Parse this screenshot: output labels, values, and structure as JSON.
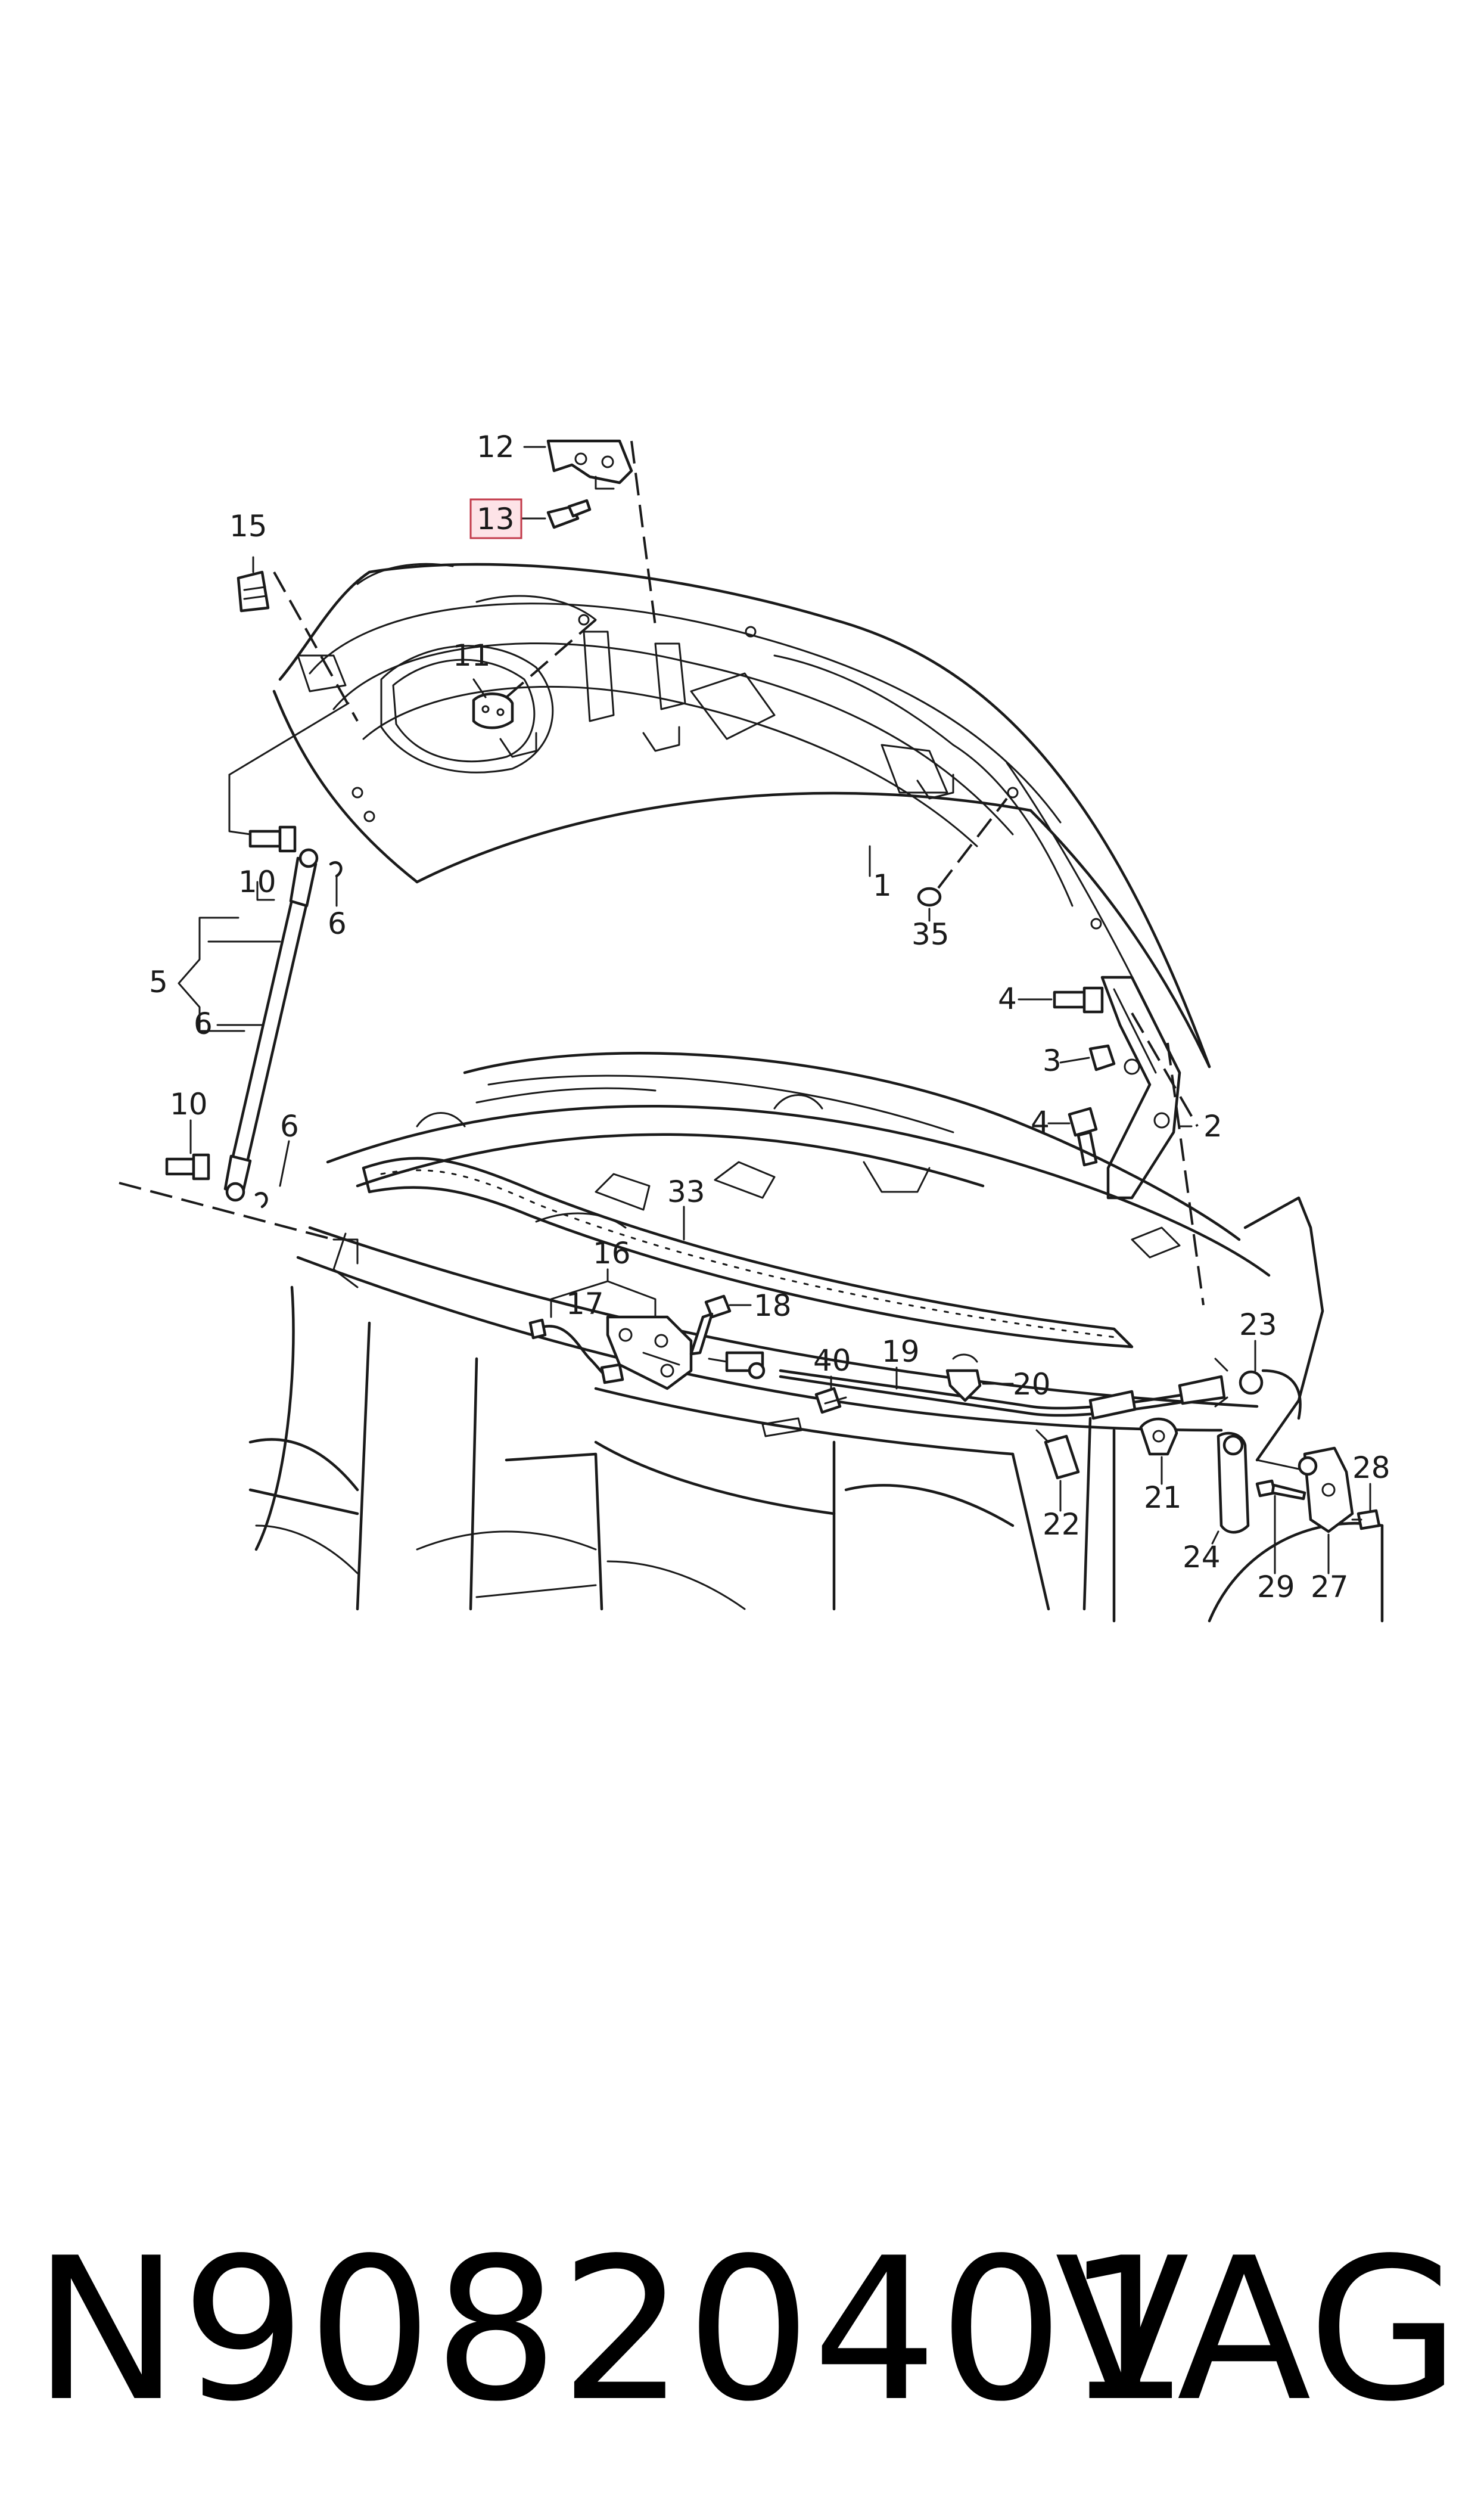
{
  "diagram": {
    "callouts": {
      "c1": "1",
      "c2": "2",
      "c3": "3",
      "c4a": "4",
      "c4b": "4",
      "c5": "5",
      "c6a": "6",
      "c6b": "6",
      "c6c": "6",
      "c10a": "10",
      "c10b": "10",
      "c11": "11",
      "c12": "12",
      "c13": "13",
      "c15": "15",
      "c16": "16",
      "c17": "17",
      "c18": "18",
      "c19": "19",
      "c20": "20",
      "c21": "21",
      "c22": "22",
      "c23": "23",
      "c24": "24",
      "c27": "27",
      "c28": "28",
      "c29": "29",
      "c33": "33",
      "c35": "35",
      "c40": "40"
    },
    "highlighted_callout": "13",
    "highlight_color": "#fde3e7"
  },
  "footer": {
    "part_number": "N90820401",
    "brand": "VAG"
  }
}
